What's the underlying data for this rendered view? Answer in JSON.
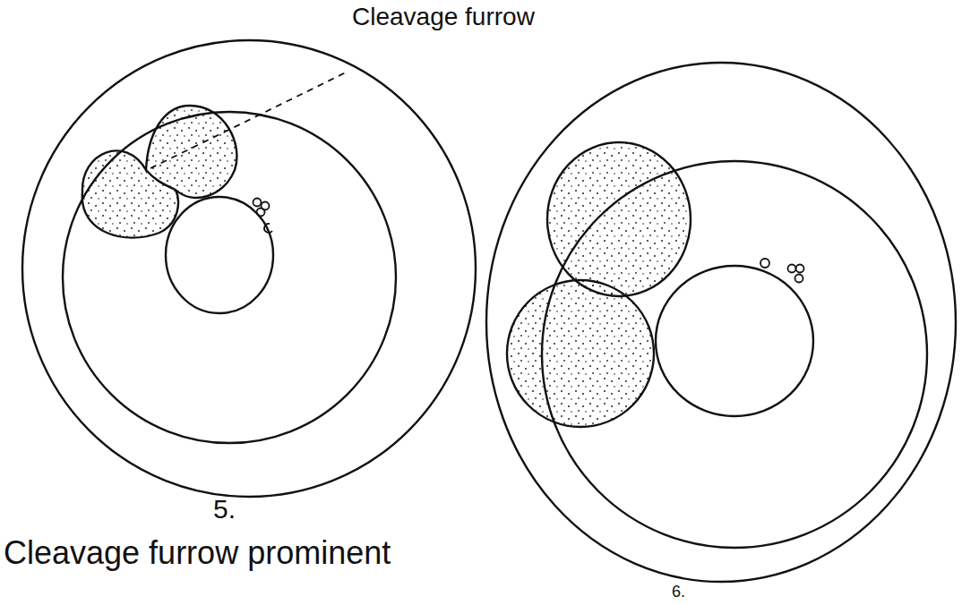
{
  "diagram": {
    "labels": [
      "Cleavage furrow",
      "5.",
      "Cleavage furrow prominent",
      "6."
    ]
  }
}
